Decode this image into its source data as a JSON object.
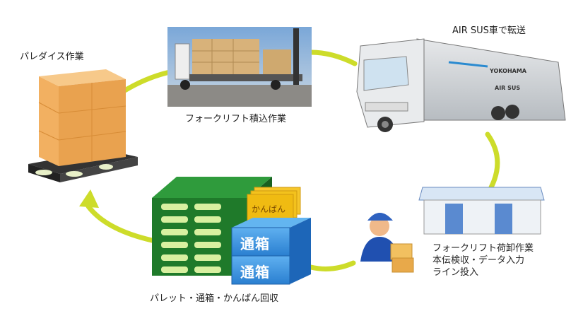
{
  "labels": {
    "paradise": "パレダイス作業",
    "forklift_loading": "フォークリフト積込作業",
    "transfer": "AIR SUS車で転送",
    "unloading_lines": [
      "フォークリフト荷卸作業",
      "本伝検収・データ入力",
      "ライン投入"
    ],
    "collection": "パレット・通箱・かんばん回収"
  },
  "items": {
    "kanban": "かんばん",
    "box_upper": "通箱",
    "box_lower": "通箱"
  },
  "truck_logo": {
    "brand": "YOKOHAMA",
    "model": "AIR SUS"
  },
  "colors": {
    "flow": "#cddc2a",
    "pallet_box": "#f2b061",
    "green_pallet": "#1f7a2a",
    "blue_box": "#2f86d6",
    "kanban": "#f3c21d"
  }
}
